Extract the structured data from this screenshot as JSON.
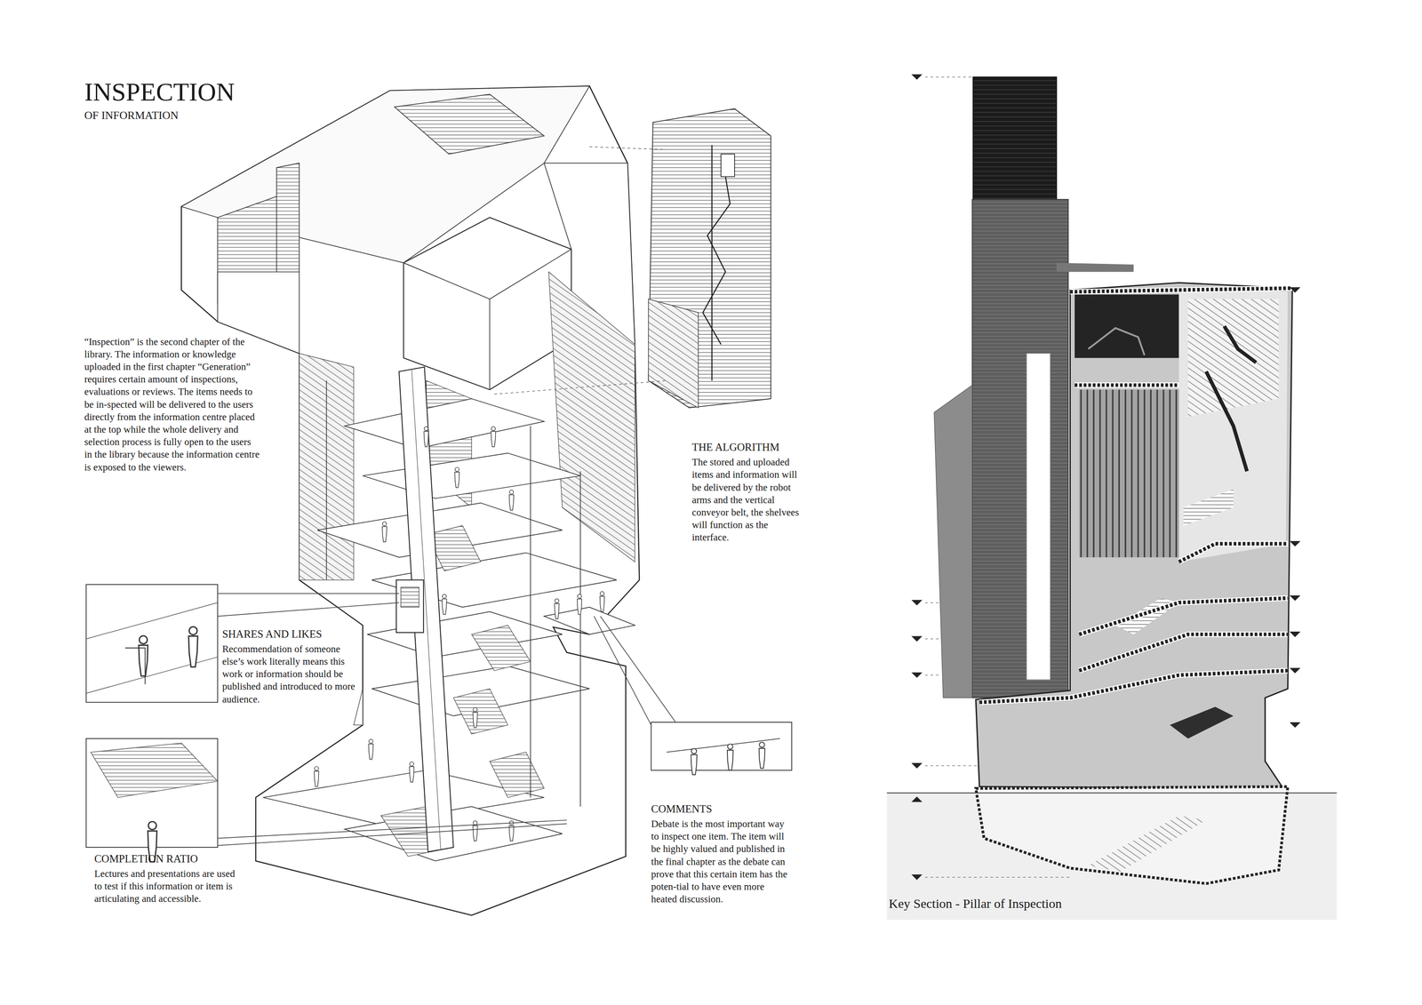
{
  "diagram": {
    "title": "INSPECTION",
    "caption": "Key Section - Pillar of Inspection",
    "labels": [
      "OF INFORMATION",
      "“Inspection” is the second chapter of the library. The information or knowledge uploaded in the first chapter “Generation” requires certain amount of inspections, evaluations or reviews. The items needs to be in-spected will be delivered to the users directly from the information centre placed at the top while the whole delivery and selection process is fully open to the users in the library because the information centre is exposed to the viewers.",
      "THE ALGORITHM",
      "The stored and uploaded items and information will be delivered by the robot arms and the vertical conveyor belt, the shelvees will function as the interface.",
      "SHARES AND LIKES",
      "Recommendation of someone else’s work literally means this work or information should be published and introduced to more audience.",
      "COMPLETION RATIO",
      "Lectures and presentations are used to test if this information or item is articulating and accessible.",
      "COMMENTS",
      "Debate is the most important way to inspect one item. The item will be highly valued and published in the final chapter as the debate can prove that this certain item has the poten-tial to have even more heated discussion."
    ]
  }
}
